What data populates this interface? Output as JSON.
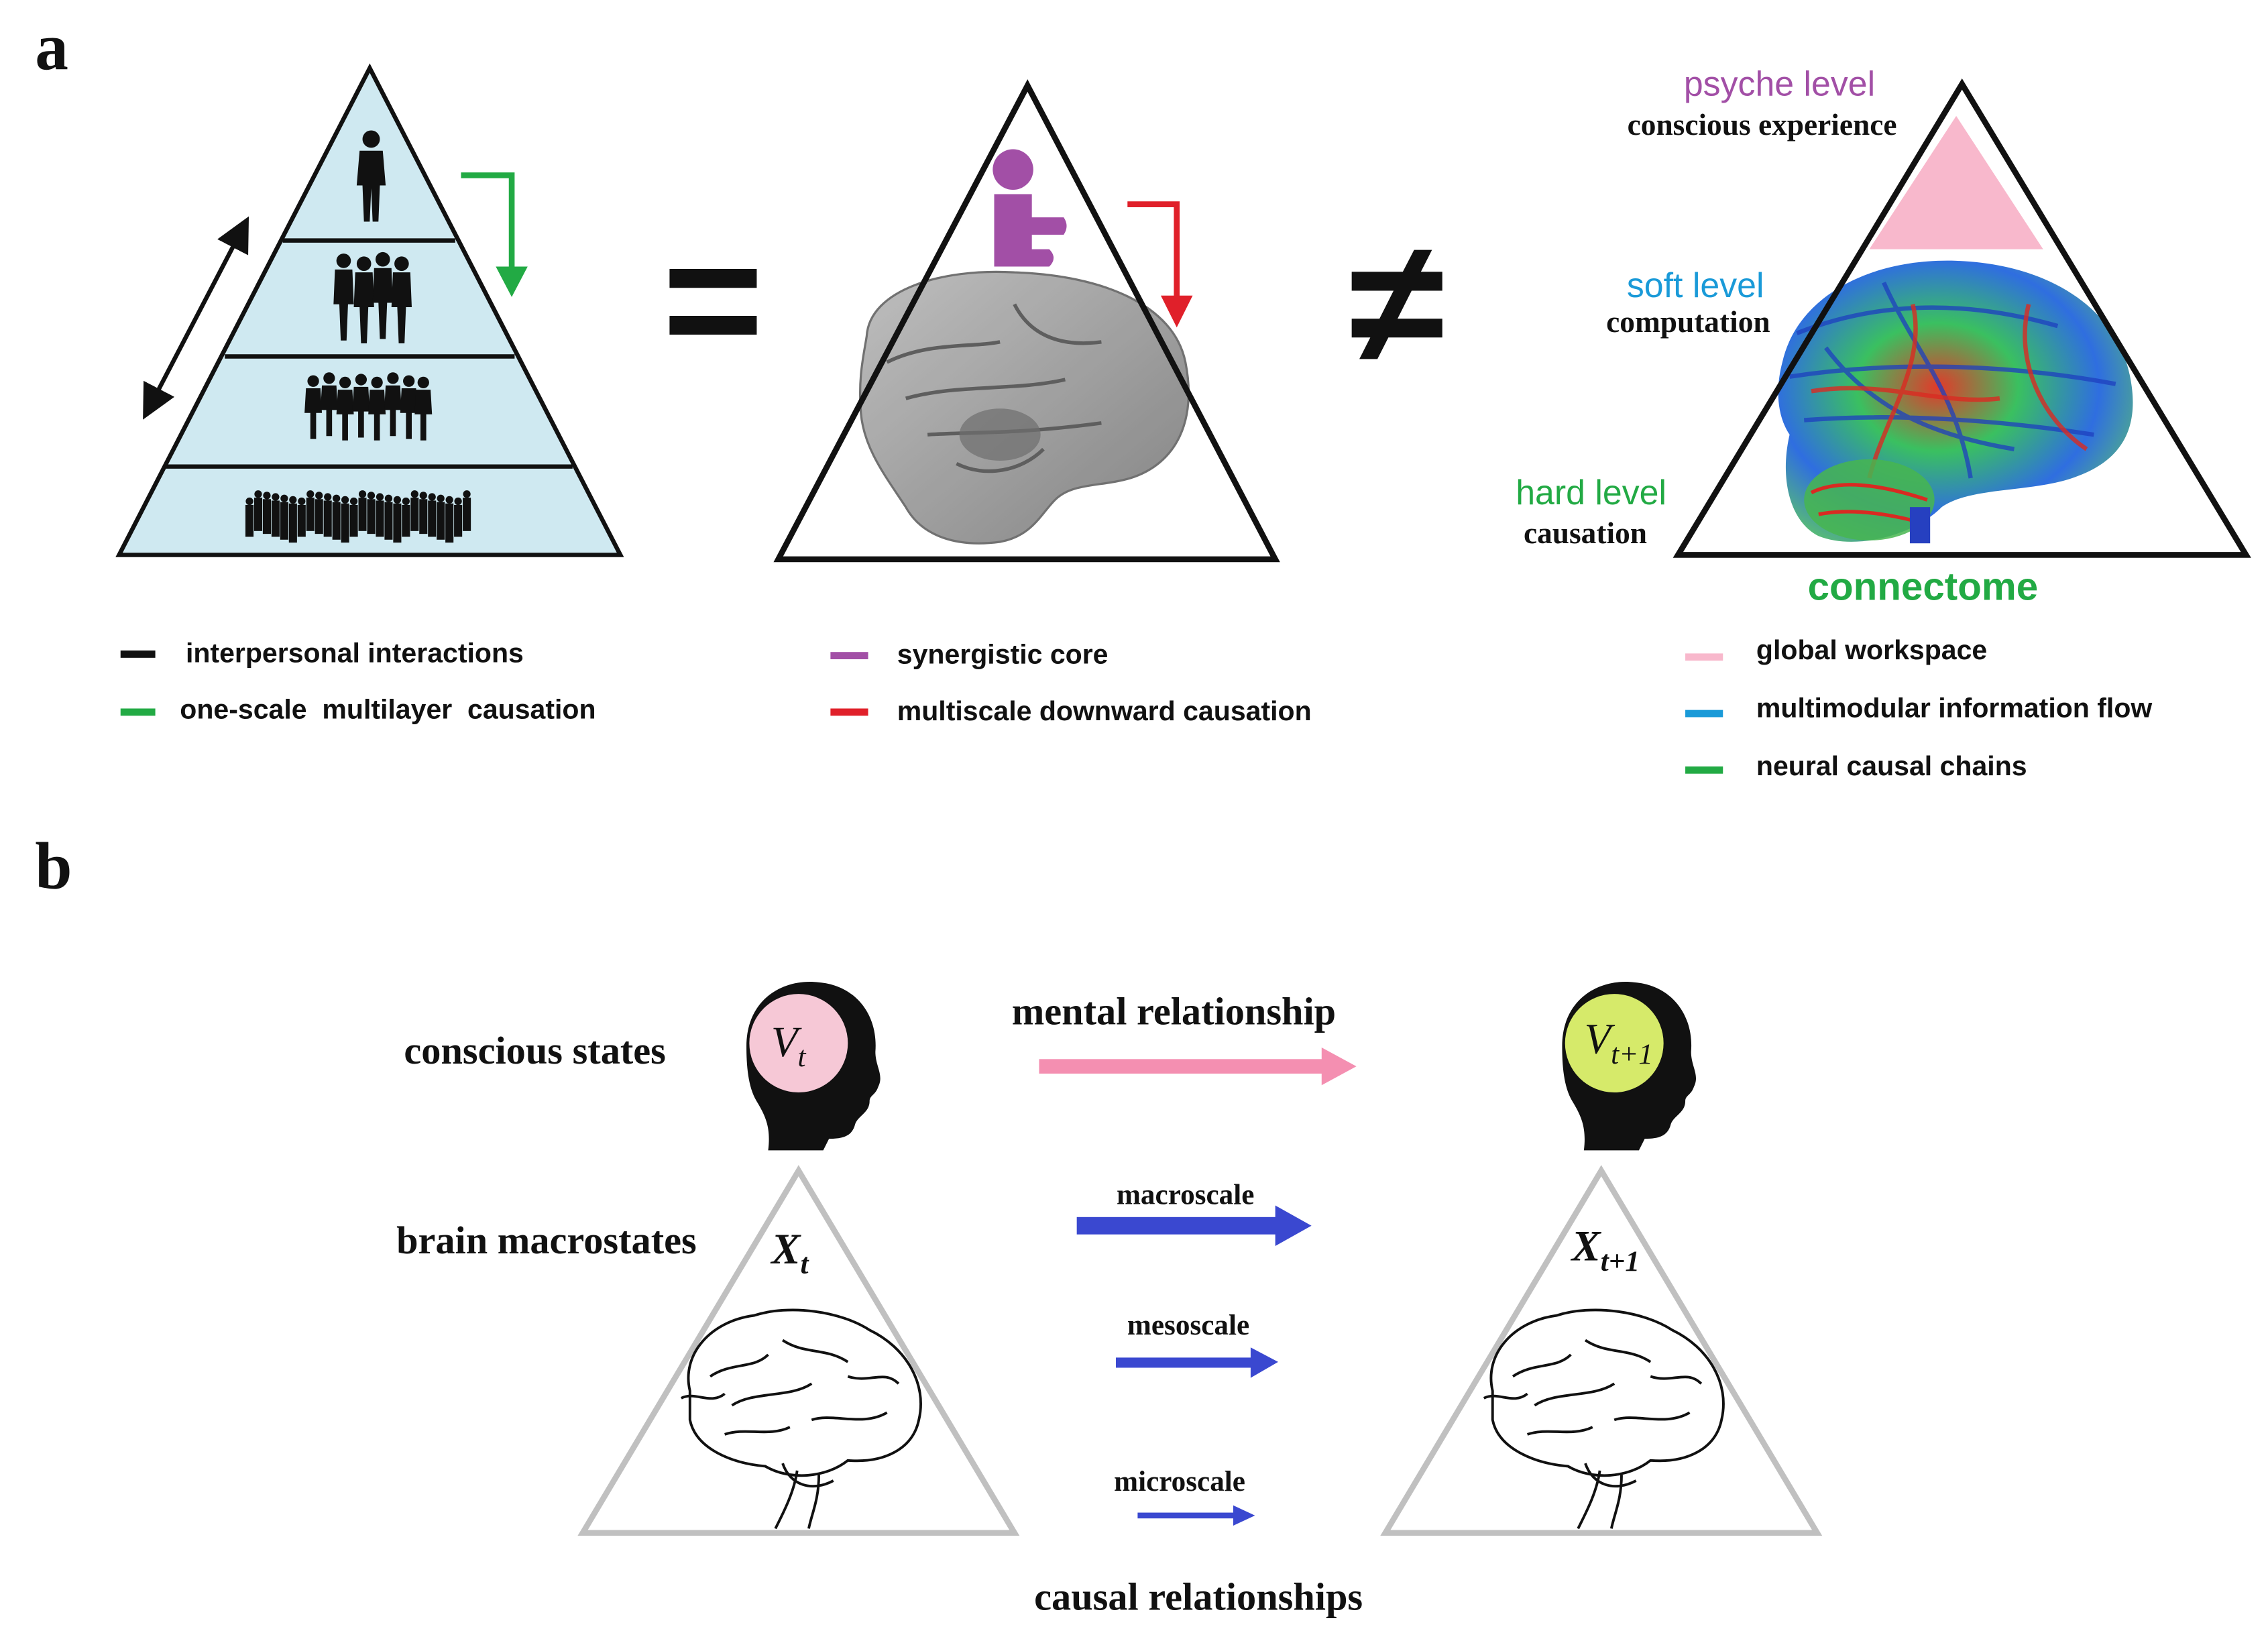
{
  "panel_a": {
    "label": "a",
    "legend_left": [
      {
        "text": "interpersonal interactions",
        "color": "#111111"
      },
      {
        "text": "one-scale  multilayer  causation",
        "color": "#22aa44"
      }
    ],
    "legend_middle": [
      {
        "text": "synergistic core",
        "color": "#a24fa6"
      },
      {
        "text": "multiscale downward causation",
        "color": "#e0202a"
      }
    ],
    "legend_right": [
      {
        "text": "global workspace",
        "color": "#f8b8cc"
      },
      {
        "text": "multimodular information flow",
        "color": "#1a9ad8"
      },
      {
        "text": "neural causal chains",
        "color": "#22aa44"
      }
    ],
    "equals_symbol": "=",
    "not_equals_symbol": "≠",
    "psyche_level": {
      "title": "psyche level",
      "subtitle": "conscious experience",
      "color": "#a24fa6"
    },
    "soft_level": {
      "title": "soft level",
      "subtitle": "computation",
      "color": "#1a9ad8"
    },
    "hard_level": {
      "title": "hard level",
      "subtitle": "causation",
      "color": "#22aa44"
    },
    "connectome_label": "connectome",
    "connectome_color": "#22aa44",
    "pyramid_fill": "#cfe9f1",
    "green_arrow_color": "#22aa44",
    "red_arrow_color": "#e0202a",
    "icons": [
      "businessman-icon",
      "people-group-icon",
      "crowd-icon",
      "seated-person-icon",
      "brain-icon",
      "tractography-brain-icon"
    ]
  },
  "panel_b": {
    "label": "b",
    "conscious_states": "conscious states",
    "brain_macrostates": "brain macrostates",
    "mental_relationship": "mental relationship",
    "causal_relationships": "causal relationships",
    "scales": [
      "macroscale",
      "mesoscale",
      "microscale"
    ],
    "v_t": {
      "base": "V",
      "sub": "t"
    },
    "v_t1": {
      "base": "V",
      "sub": "t+1"
    },
    "x_t": {
      "base": "X",
      "sub": "t"
    },
    "x_t1": {
      "base": "X",
      "sub": "t+1"
    },
    "pink_color": "#f6c8d6",
    "pink_arrow_color": "#f48fb1",
    "green_circle_color": "#d6ea6a",
    "blue_arrow_color": "#3a48d0",
    "triangle_stroke": "#c0c0c0",
    "icons": [
      "head-silhouette-icon",
      "brain-outline-icon"
    ]
  }
}
